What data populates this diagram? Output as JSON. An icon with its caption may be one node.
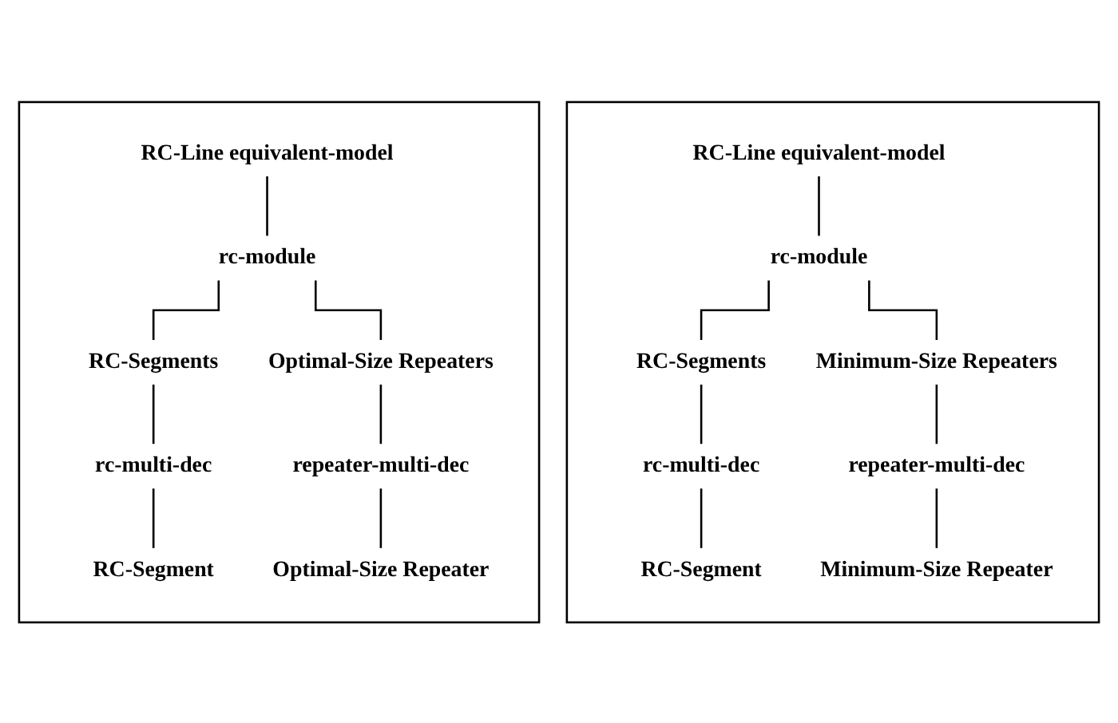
{
  "diagram": {
    "nodes": [
      {
        "text": [],
        "shape": "box"
      },
      {
        "text": [
          "RC-Line equivalent-model"
        ],
        "in": 0
      },
      {
        "text": [
          "rc-module"
        ],
        "in": 0
      },
      {
        "text": [
          "RC-Segments"
        ],
        "in": 0
      },
      {
        "text": [
          "rc-multi-dec"
        ],
        "in": 0
      },
      {
        "text": [
          "RC-Segment"
        ],
        "in": 0
      },
      {
        "text": [
          "Optimal-Size Repeaters"
        ],
        "in": 0
      },
      {
        "text": [
          "repeater-multi-dec"
        ],
        "in": 0
      },
      {
        "text": [
          "Optimal-Size Repeater"
        ],
        "in": 0
      },
      {
        "text": [],
        "shape": "box"
      },
      {
        "text": [
          "RC-Line equivalent-model"
        ],
        "in": 9
      },
      {
        "text": [
          "rc-module"
        ],
        "in": 9
      },
      {
        "text": [
          "RC-Segments"
        ],
        "in": 9
      },
      {
        "text": [
          "rc-multi-dec"
        ],
        "in": 9
      },
      {
        "text": [
          "RC-Segment"
        ],
        "in": 9
      },
      {
        "text": [
          "Minimum-Size Repeaters"
        ],
        "in": 9
      },
      {
        "text": [
          "repeater-multi-dec"
        ],
        "in": 9
      },
      {
        "text": [
          "Minimum-Size Repeater"
        ],
        "in": 9
      }
    ],
    "edges": [
      {
        "from": 1,
        "to": 2,
        "arrow": "none"
      },
      {
        "from": 2,
        "to": 3,
        "arrow": "none"
      },
      {
        "from": 2,
        "to": 6,
        "arrow": "none"
      },
      {
        "from": 3,
        "to": 4,
        "arrow": "none"
      },
      {
        "from": 4,
        "to": 5,
        "arrow": "none"
      },
      {
        "from": 6,
        "to": 7,
        "arrow": "none"
      },
      {
        "from": 7,
        "to": 8,
        "arrow": "none"
      },
      {
        "from": 10,
        "to": 11,
        "arrow": "none"
      },
      {
        "from": 11,
        "to": 12,
        "arrow": "none"
      },
      {
        "from": 11,
        "to": 15,
        "arrow": "none"
      },
      {
        "from": 12,
        "to": 13,
        "arrow": "none"
      },
      {
        "from": 13,
        "to": 14,
        "arrow": "none"
      },
      {
        "from": 15,
        "to": 16,
        "arrow": "none"
      },
      {
        "from": 16,
        "to": 17,
        "arrow": "none"
      }
    ]
  }
}
